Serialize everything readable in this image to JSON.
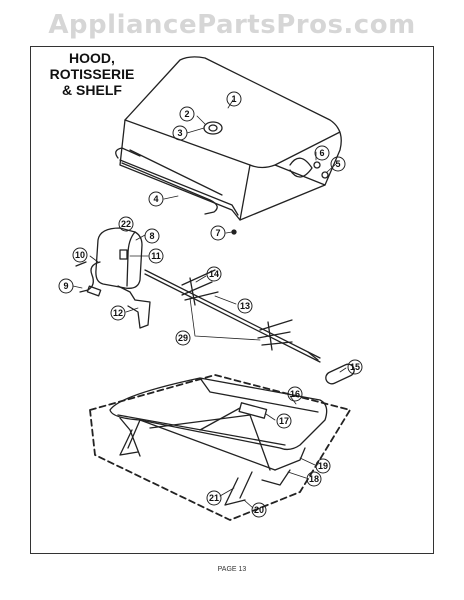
{
  "watermark": "AppliancePartsPros.com",
  "title": [
    "HOOD,",
    "ROTISSERIE",
    "& SHELF"
  ],
  "footer": "PAGE 13",
  "callouts": [
    "1",
    "2",
    "3",
    "4",
    "5",
    "6",
    "7",
    "8",
    "9",
    "10",
    "11",
    "12",
    "13",
    "14",
    "15",
    "16",
    "17",
    "18",
    "19",
    "20",
    "21",
    "22",
    "29"
  ]
}
